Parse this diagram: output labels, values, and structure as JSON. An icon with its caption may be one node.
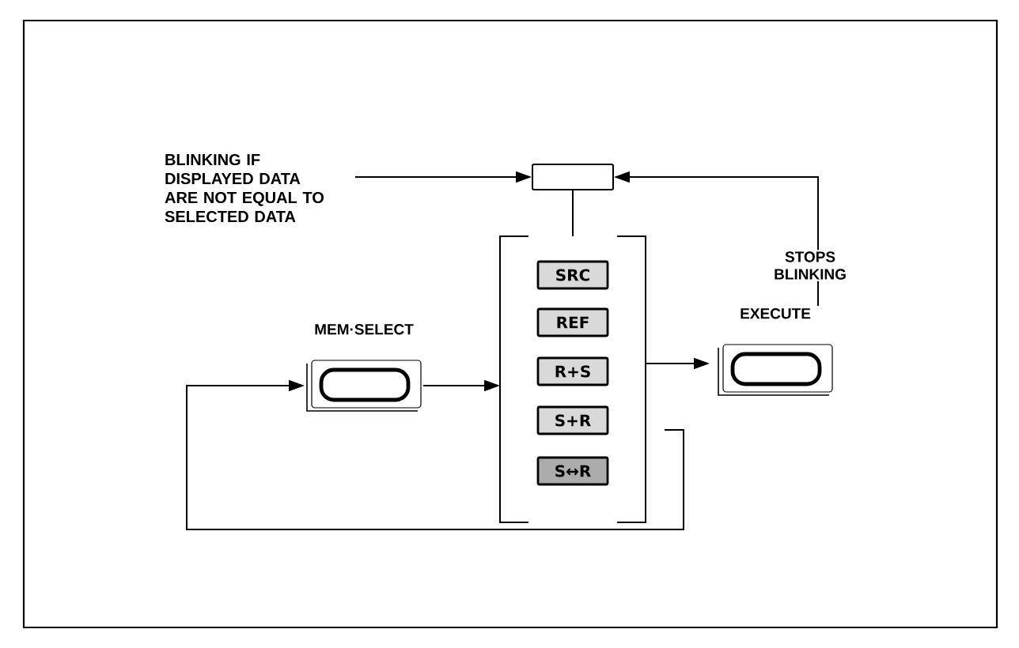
{
  "diagram": {
    "nodes": [
      {
        "text": [
          "BLINKING IF DISPLAYED DATA ARE NOT EQUAL TO SELECTED DATA"
        ]
      },
      {
        "text": [],
        "shape": "box"
      },
      {
        "text": [],
        "shape": "box"
      },
      {
        "text": [
          "SRC"
        ],
        "in": 2
      },
      {
        "text": [
          "REF"
        ],
        "in": 2
      },
      {
        "text": [
          "R+S"
        ],
        "in": 2
      },
      {
        "text": [
          "S+R"
        ],
        "in": 2
      },
      {
        "text": [
          "S↔R"
        ],
        "in": 2
      },
      {
        "text": [
          "MEM·SELECT"
        ]
      },
      {
        "text": [
          "EXECUTE"
        ]
      }
    ],
    "edges": [
      {
        "from": 0,
        "to": 1,
        "arrow": "to"
      },
      {
        "from": 1,
        "to": 2,
        "arrow": "none"
      },
      {
        "from": 8,
        "to": 2,
        "arrow": "to"
      },
      {
        "from": 2,
        "to": 9,
        "arrow": "to"
      },
      {
        "from": 9,
        "to": 1,
        "arrow": "to",
        "label": "STOPS BLINKING"
      },
      {
        "from": 2,
        "to": 8,
        "arrow": "to"
      }
    ]
  }
}
